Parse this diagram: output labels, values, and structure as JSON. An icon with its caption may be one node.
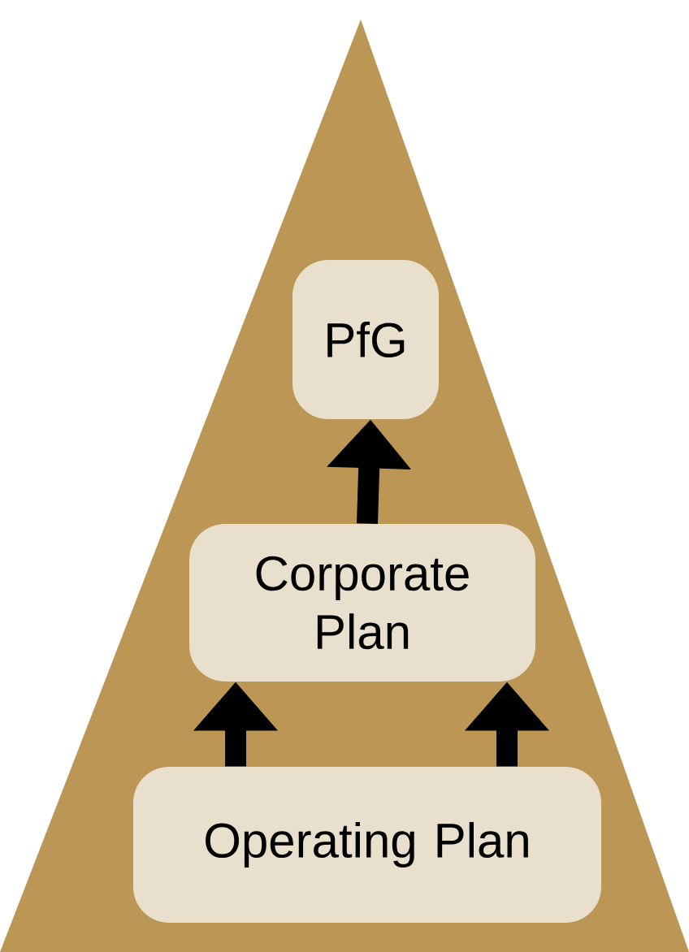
{
  "diagram": {
    "nodes": [
      {
        "text": [
          "PfG"
        ]
      },
      {
        "text": [
          "Corporate Plan"
        ]
      },
      {
        "text": [
          "Operating Plan"
        ]
      }
    ],
    "edges": [
      {
        "from": 1,
        "to": 0,
        "arrow": "to"
      },
      {
        "from": 2,
        "to": 1,
        "arrow": "to"
      },
      {
        "from": 2,
        "to": 1,
        "arrow": "to"
      }
    ]
  }
}
